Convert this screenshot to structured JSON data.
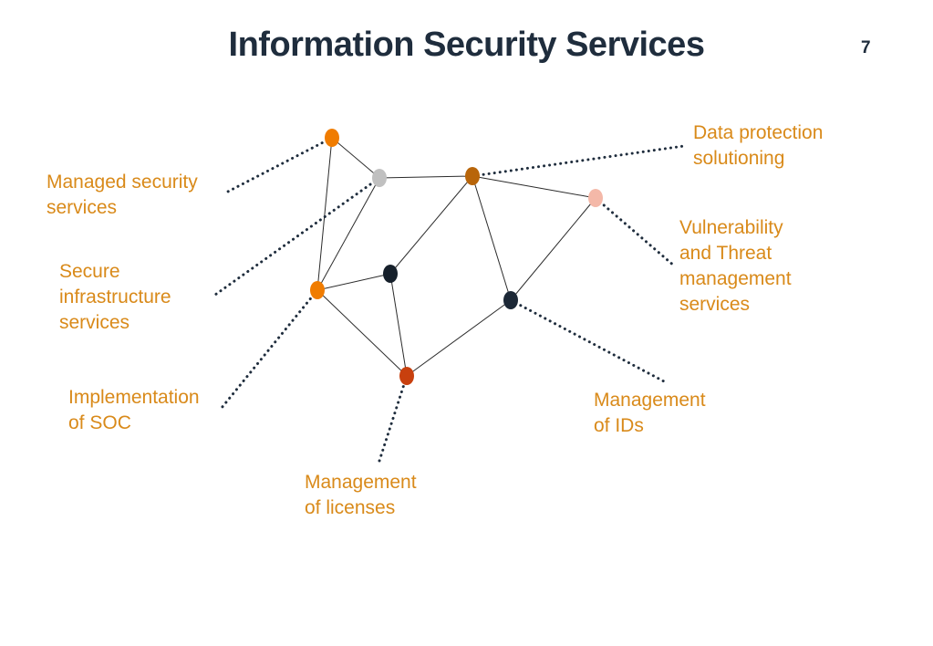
{
  "title": "Information Security Services",
  "page_number": "7",
  "colors": {
    "title": "#1f2d3d",
    "label": "#d98a1a",
    "edge": "#2b2b2b",
    "leader": "#1f2d3d"
  },
  "nodes": [
    {
      "id": "n1",
      "color": "#f07c00"
    },
    {
      "id": "n2",
      "color": "#c0c0c0"
    },
    {
      "id": "n3",
      "color": "#b8650a"
    },
    {
      "id": "n4",
      "color": "#f4b8a8"
    },
    {
      "id": "n5",
      "color": "#16202b"
    },
    {
      "id": "n6",
      "color": "#f07c00"
    },
    {
      "id": "n7",
      "color": "#1c2836"
    },
    {
      "id": "n8",
      "color": "#c8400e"
    }
  ],
  "edges": [
    [
      "n1",
      "n2"
    ],
    [
      "n1",
      "n6"
    ],
    [
      "n2",
      "n3"
    ],
    [
      "n2",
      "n6"
    ],
    [
      "n3",
      "n4"
    ],
    [
      "n3",
      "n5"
    ],
    [
      "n3",
      "n7"
    ],
    [
      "n4",
      "n7"
    ],
    [
      "n5",
      "n6"
    ],
    [
      "n5",
      "n8"
    ],
    [
      "n6",
      "n8"
    ],
    [
      "n7",
      "n8"
    ]
  ],
  "labels": {
    "managed_security": "Managed security\nservices",
    "data_protection": "Data protection\nsolutioning",
    "vulnerability": "Vulnerability\nand Threat\nmanagement\nservices",
    "secure_infra": "Secure\ninfrastructure\nservices",
    "soc": "Implementation\nof SOC",
    "ids": "Management\nof IDs",
    "licenses": "Management\nof licenses"
  }
}
